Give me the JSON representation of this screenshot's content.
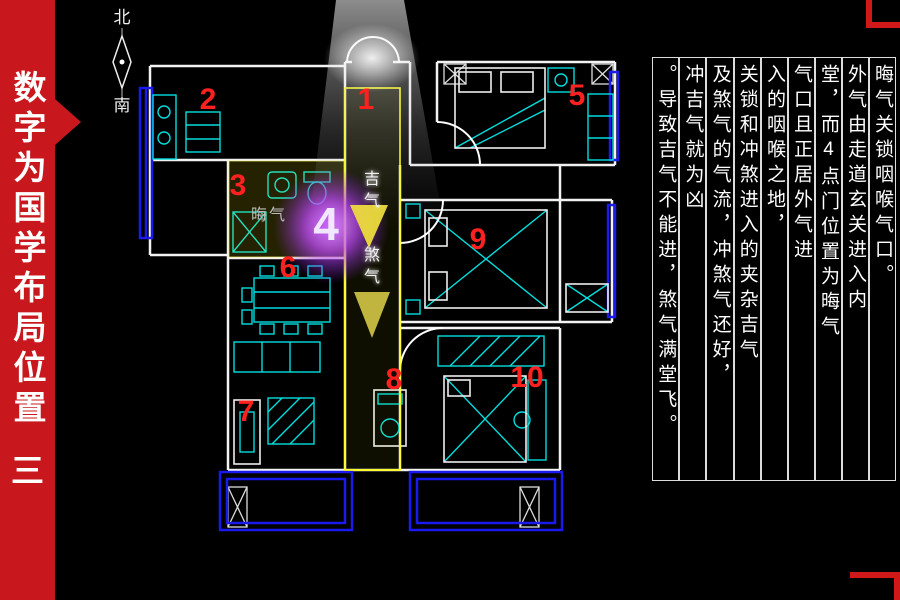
{
  "banner": {
    "title": "数字为国学布局位置",
    "suffix": "三"
  },
  "compass": {
    "north": "北",
    "south": "南"
  },
  "plan": {
    "markers": {
      "p1": "1",
      "p2": "2",
      "p3": "3",
      "p4": "4",
      "p5": "5",
      "p6": "6",
      "p7": "7",
      "p8": "8",
      "p9": "9",
      "p10": "10"
    },
    "flow_labels": {
      "auspicious": "吉气",
      "evil": "煞气",
      "gloom": "晦气"
    }
  },
  "annotation": {
    "right_box_columns": [
      "晦气关锁咽喉气口。",
      "外气由走道玄关进入内",
      "堂，而4点门位置为晦气",
      "气口且正居外气进"
    ],
    "left_box_columns": [
      "入的咽喉之地，",
      "关锁和冲煞进入的夹杂吉气",
      "及煞气的气流，冲煞气还好，",
      "冲吉气就为凶",
      "。导致吉气不能进，煞气满堂飞。"
    ]
  },
  "colors": {
    "banner_red": "#c8181e",
    "marker_red": "#ff2020",
    "wall_white": "#f2f2f2",
    "fixture_cyan": "#00dede",
    "window_blue": "#1a1aee",
    "highlight_yellow": "#ffff00",
    "glow_purple": "#c24dff"
  }
}
